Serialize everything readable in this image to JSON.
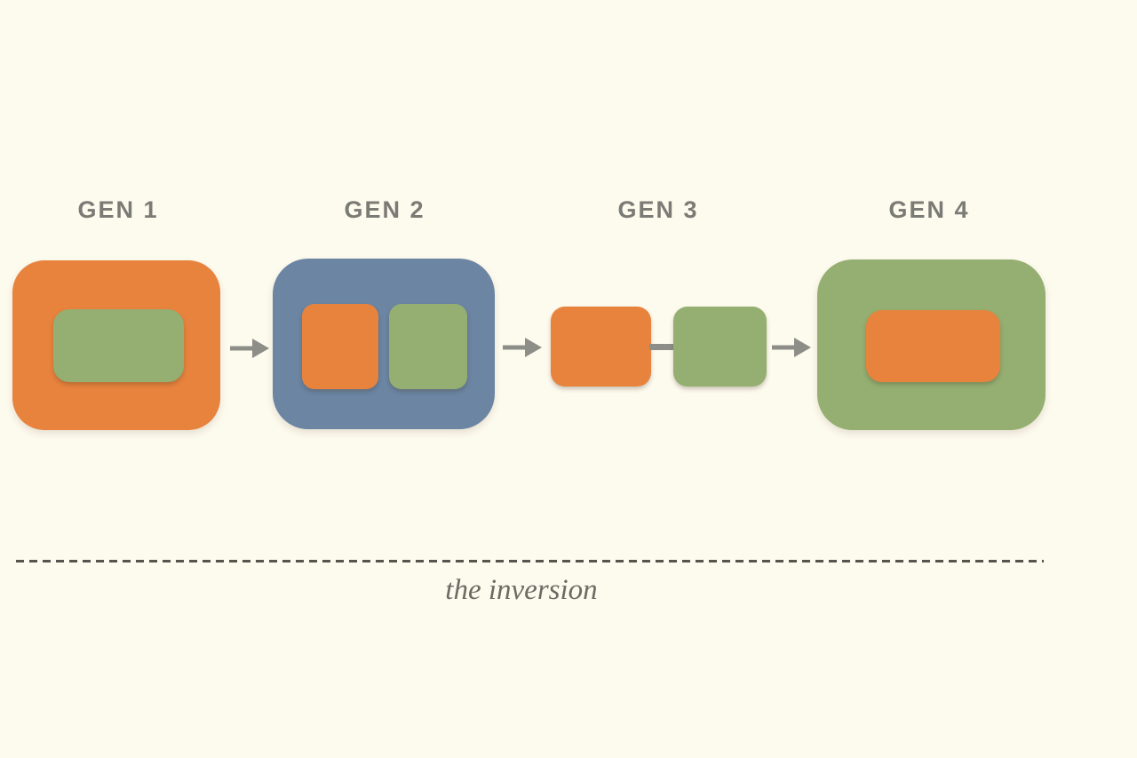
{
  "diagram": {
    "caption": "the inversion",
    "generations": [
      {
        "label": "GEN 1",
        "container": "orange",
        "children": [
          "green"
        ]
      },
      {
        "label": "GEN 2",
        "container": "blue",
        "children": [
          "orange",
          "green"
        ]
      },
      {
        "label": "GEN 3",
        "container": "none",
        "children": [
          "orange",
          "green"
        ],
        "connector": "gray-line"
      },
      {
        "label": "GEN 4",
        "container": "green",
        "children": [
          "orange"
        ]
      }
    ]
  },
  "colors": {
    "background": "#fdfaee",
    "orange": "#e8833e",
    "green": "#94af71",
    "blue": "#6b85a3",
    "label_gray": "#7b7b75",
    "arrow_gray": "#8e8e89",
    "dash_gray": "#55544e",
    "caption_gray": "#6b6b64"
  }
}
